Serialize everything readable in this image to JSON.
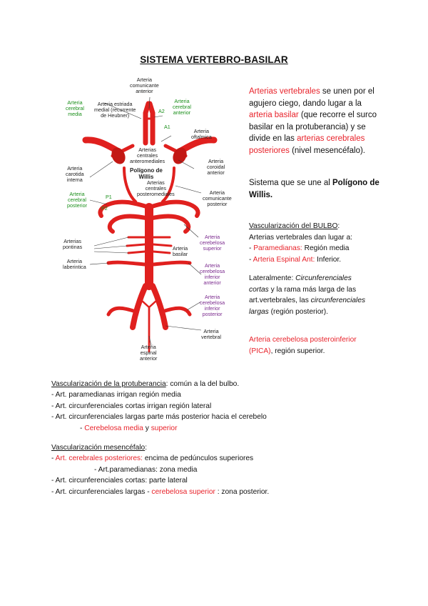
{
  "title": "SISTEMA VERTEBRO-BASILAR",
  "figure": {
    "labels": {
      "com_ant": "Arteria\ncomunicante\nanterior",
      "cer_ant": "Arteria\ncerebral\nanterior",
      "cer_media": "Arteria\ncerebral\nmedia",
      "estriada": "Arteria estriada\nmedial (recurrente\nde Heubner)",
      "a2": "A2",
      "a1": "A1",
      "oftalmica": "Arteria\noftalmica",
      "centrales": "Arterias\ncentrales\nanteromediales",
      "poligono": "Polígono de\nWillis",
      "carotida": "Arteria\ncarotida\ninterna",
      "coroidal": "Arteria\ncoroidal\nanterior",
      "posteromediales": "Arterias\ncentrales\nposteromediales",
      "cer_post": "Arteria\ncerebral\nposterior",
      "p1": "P1",
      "p2": "P2",
      "com_post": "Arteria\ncomunicante\nposterior",
      "cereb_sup": "Arteria\ncerebelosa\nsuperior",
      "pontinas": "Arterias\npontinas",
      "basilar": "Arteria\nbasilar",
      "laberintica": "Arteria\nlaberintica",
      "cereb_inf_ant": "Arteria\ncerebelosa\ninferior\nanterior",
      "cereb_inf_post": "Arteria\ncerebelosa\ninferior\nposterior",
      "vertebral": "Arteria\nvertebral",
      "espinal": "Arteria\nespinal\nanterior"
    }
  },
  "right": {
    "p1_red1": "Arterias vertebrales",
    "p1_t1": " se unen por el agujero ciego, dando lugar a la ",
    "p1_red2": "arteria basilar",
    "p1_t2": " (que recorre el surco basilar en la protuberancia) y se divide en las ",
    "p1_red3": "arterias cerebrales posteriores",
    "p1_t3": " (nivel mesencéfalo).",
    "p2_t1": "Sistema que se une al ",
    "p2_bold": "Polígono de Willis.",
    "bulbo_head": "Vascularización del BULBO",
    "bulbo_colon": ":",
    "bulbo_l1": "Arterias vertebrales dan lugar a:",
    "bulbo_l2_dash": "- ",
    "bulbo_l2_red": "Paramedianas:",
    "bulbo_l2_t": " Región media",
    "bulbo_l3_dash": "- ",
    "bulbo_l3_red": "Arteria Espinal Ant:",
    "bulbo_l3_t": " Inferior.",
    "lat_t1": "Lateralmente: ",
    "lat_i1": "Circunferenciales cortas",
    "lat_t2": " y la rama más larga de las art.vertebrales, las ",
    "lat_i2": "circunferenciales largas",
    "lat_t3": " (región posterior).",
    "pica_red": "Arteria cerebelosa posteroinferior (PICA)",
    "pica_t": ", región superior."
  },
  "bottom": {
    "prot_head": "Vascularización de la protuberancia",
    "prot_t": ": común a la del bulbo.",
    "prot_l1": "- Art. paramedianas irrigan región media",
    "prot_l2": "- Art. circunferenciales cortas irrigan región lateral",
    "prot_l3": "- Art. circunferenciales largas parte más posterior hacia el cerebelo",
    "prot_l4_dash": "- ",
    "prot_l4_red1": "Cerebelosa media",
    "prot_l4_y": " y ",
    "prot_l4_red2": "superior",
    "mes_head": "Vascularización mesencéfalo",
    "mes_colon": ":",
    "mes_l1_dash": "- ",
    "mes_l1_red": "Art. cerebrales posteriores:",
    "mes_l1_t": " encima de pedúnculos superiores",
    "mes_l2": "- Art.paramedianas: zona media",
    "mes_l3": "- Art. circunferenciales cortas: parte lateral",
    "mes_l4_t1": "- Art. circunferenciales largas - ",
    "mes_l4_red": "cerebelosa superior",
    "mes_l4_t2": " : zona posterior."
  },
  "colors": {
    "artery": "#e0201e",
    "label_green": "#1a8f1a",
    "label_purple": "#7b2a8e",
    "text_red": "#e8222a"
  }
}
